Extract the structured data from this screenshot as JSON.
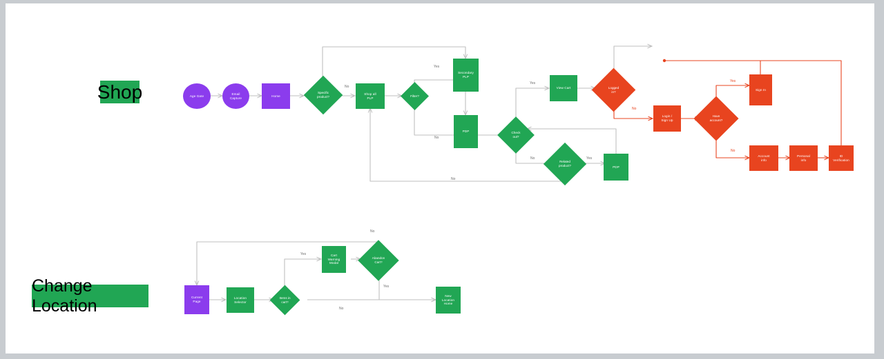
{
  "diagram": {
    "title": "Shop and Change Location user flow",
    "colors": {
      "green": "#21a654",
      "purple": "#8b3ced",
      "red": "#e8441f",
      "gray_line": "#bfbfbf",
      "canvas": "#ffffff",
      "page": "#c8ccd0",
      "banner_text": "#000000",
      "label_text": "#6e6e6e"
    }
  },
  "banners": [
    {
      "id": "shop-banner",
      "label": "Shop",
      "color": "#21a654",
      "font_size": 28
    },
    {
      "id": "change-location-banner",
      "label": "Change Location",
      "color": "#21a654",
      "font_size": 25
    }
  ],
  "sections": [
    {
      "id": "shop-flow",
      "name": "Shop",
      "nodes": [
        {
          "id": "age-gate",
          "label": "Age Gate",
          "shape": "ellipse",
          "color": "#8b3ced"
        },
        {
          "id": "email-capture",
          "label": "Email\nCapture",
          "shape": "ellipse",
          "color": "#8b3ced"
        },
        {
          "id": "home",
          "label": "Home",
          "shape": "rect",
          "color": "#8b3ced"
        },
        {
          "id": "specific-product",
          "label": "Specific\nproduct?",
          "shape": "diamond",
          "color": "#21a654"
        },
        {
          "id": "shop-all-plp",
          "label": "Shop all\nPLP",
          "shape": "rect",
          "color": "#21a654"
        },
        {
          "id": "filter",
          "label": "Filter?",
          "shape": "diamond",
          "color": "#21a654"
        },
        {
          "id": "secondary-plp",
          "label": "Secondary\nPLP",
          "shape": "rect",
          "color": "#21a654"
        },
        {
          "id": "pdp-top",
          "label": "PDP",
          "shape": "rect",
          "color": "#21a654"
        },
        {
          "id": "check-out",
          "label": "Check\nout?",
          "shape": "diamond",
          "color": "#21a654"
        },
        {
          "id": "view-cart",
          "label": "View Cart",
          "shape": "rect",
          "color": "#21a654"
        },
        {
          "id": "related-product",
          "label": "Related\nproduct?",
          "shape": "diamond",
          "color": "#21a654"
        },
        {
          "id": "pdp-bottom",
          "label": "PDP",
          "shape": "rect",
          "color": "#21a654"
        },
        {
          "id": "logged-in",
          "label": "Logged\nin?",
          "shape": "diamond",
          "color": "#e8441f"
        },
        {
          "id": "login-signup",
          "label": "Login /\nSign Up",
          "shape": "rect",
          "color": "#e8441f"
        },
        {
          "id": "have-account",
          "label": "Have\naccount?",
          "shape": "diamond",
          "color": "#e8441f"
        },
        {
          "id": "sign-in",
          "label": "Sign In",
          "shape": "rect",
          "color": "#e8441f"
        },
        {
          "id": "account-info",
          "label": "Account\ninfo",
          "shape": "rect",
          "color": "#e8441f"
        },
        {
          "id": "personal-info",
          "label": "Personal\ninfo",
          "shape": "rect",
          "color": "#e8441f"
        },
        {
          "id": "id-verification",
          "label": "ID\nVerification",
          "shape": "rect",
          "color": "#e8441f"
        }
      ],
      "edge_labels": [
        {
          "id": "lbl-specific-no",
          "text": "No",
          "color": "gray"
        },
        {
          "id": "lbl-filter-yes",
          "text": "Yes",
          "color": "gray"
        },
        {
          "id": "lbl-filter-no",
          "text": "No",
          "color": "gray"
        },
        {
          "id": "lbl-checkout-yes",
          "text": "Yes",
          "color": "gray"
        },
        {
          "id": "lbl-checkout-no",
          "text": "No",
          "color": "gray"
        },
        {
          "id": "lbl-related-yes",
          "text": "Yes",
          "color": "gray"
        },
        {
          "id": "lbl-related-no",
          "text": "No",
          "color": "gray"
        },
        {
          "id": "lbl-loggedin-no",
          "text": "No",
          "color": "red"
        },
        {
          "id": "lbl-account-yes",
          "text": "Yes",
          "color": "red"
        },
        {
          "id": "lbl-account-no",
          "text": "No",
          "color": "red"
        }
      ]
    },
    {
      "id": "change-location-flow",
      "name": "Change Location",
      "nodes": [
        {
          "id": "current-page",
          "label": "Current\nPage",
          "shape": "rect",
          "color": "#8b3ced"
        },
        {
          "id": "location-selector",
          "label": "Location\nSelector",
          "shape": "rect",
          "color": "#21a654"
        },
        {
          "id": "items-in-cart",
          "label": "Items in\ncart?",
          "shape": "diamond",
          "color": "#21a654"
        },
        {
          "id": "cart-warning-modal",
          "label": "Cart\nWarning\nModal",
          "shape": "rect",
          "color": "#21a654"
        },
        {
          "id": "abandon-cart",
          "label": "Abandon\nCart?",
          "shape": "diamond",
          "color": "#21a654"
        },
        {
          "id": "new-location-home",
          "label": "New\nLocation\nHome",
          "shape": "rect",
          "color": "#21a654"
        }
      ],
      "edge_labels": [
        {
          "id": "lbl-items-yes",
          "text": "Yes",
          "color": "gray"
        },
        {
          "id": "lbl-items-no",
          "text": "No",
          "color": "gray"
        },
        {
          "id": "lbl-abandon-yes",
          "text": "Yes",
          "color": "gray"
        },
        {
          "id": "lbl-abandon-no",
          "text": "No",
          "color": "gray"
        }
      ]
    }
  ]
}
